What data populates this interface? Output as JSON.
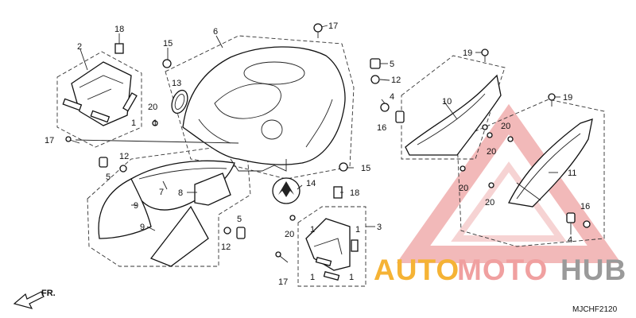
{
  "callouts": [
    {
      "id": "c18a",
      "text": "18"
    },
    {
      "id": "c2",
      "text": "2"
    },
    {
      "id": "c15a",
      "text": "15"
    },
    {
      "id": "c6",
      "text": "6"
    },
    {
      "id": "c17a",
      "text": "17"
    },
    {
      "id": "c5a",
      "text": "5"
    },
    {
      "id": "c12a",
      "text": "12"
    },
    {
      "id": "c19a",
      "text": "19"
    },
    {
      "id": "c10",
      "text": "10"
    },
    {
      "id": "c4a",
      "text": "4"
    },
    {
      "id": "c16a",
      "text": "16"
    },
    {
      "id": "c19b",
      "text": "19"
    },
    {
      "id": "c13",
      "text": "13"
    },
    {
      "id": "c20a",
      "text": "20"
    },
    {
      "id": "c1a",
      "text": "1"
    },
    {
      "id": "c1b",
      "text": "1"
    },
    {
      "id": "c17b",
      "text": "17"
    },
    {
      "id": "c12b",
      "text": "12"
    },
    {
      "id": "c5b",
      "text": "5"
    },
    {
      "id": "c15b",
      "text": "15"
    },
    {
      "id": "c7",
      "text": "7"
    },
    {
      "id": "c8",
      "text": "8"
    },
    {
      "id": "c9a",
      "text": "9"
    },
    {
      "id": "c9b",
      "text": "9"
    },
    {
      "id": "c14",
      "text": "14"
    },
    {
      "id": "c18b",
      "text": "18"
    },
    {
      "id": "c5c",
      "text": "5"
    },
    {
      "id": "c12c",
      "text": "12"
    },
    {
      "id": "c20b",
      "text": "20"
    },
    {
      "id": "c3",
      "text": "3"
    },
    {
      "id": "c1c",
      "text": "1"
    },
    {
      "id": "c1d",
      "text": "1"
    },
    {
      "id": "c1e",
      "text": "1"
    },
    {
      "id": "c1f",
      "text": "1"
    },
    {
      "id": "c17c",
      "text": "17"
    },
    {
      "id": "c20c",
      "text": "20"
    },
    {
      "id": "c20d",
      "text": "20"
    },
    {
      "id": "c20e",
      "text": "20"
    },
    {
      "id": "c20f",
      "text": "20"
    },
    {
      "id": "c11",
      "text": "11"
    },
    {
      "id": "c16b",
      "text": "16"
    },
    {
      "id": "c4b",
      "text": "4"
    }
  ],
  "front_marker": "FR.",
  "diagram_code": "MJCHF2120",
  "watermark": {
    "part1": "AUTO",
    "part2": "MOTO",
    "part3": "HUB",
    "color1": "#f5b335",
    "color2": "#f0a0a0",
    "color3": "#d0d0d0"
  }
}
